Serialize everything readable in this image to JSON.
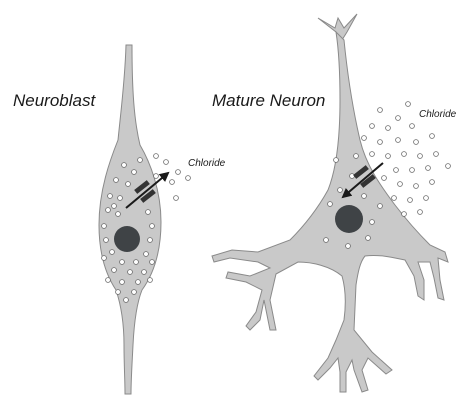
{
  "neuroblast": {
    "title": "Neuroblast",
    "ion_label": "Chloride"
  },
  "mature_neuron": {
    "title": "Mature Neuron",
    "ion_label": "Chloride"
  },
  "colors": {
    "cell_fill": "#c9c9c9",
    "cell_stroke": "#8a8a8a",
    "nucleus": "#3f4346",
    "ion_dot_stroke": "#6a6a6a",
    "channel": "#333333",
    "arrow": "#1a1a1a"
  }
}
